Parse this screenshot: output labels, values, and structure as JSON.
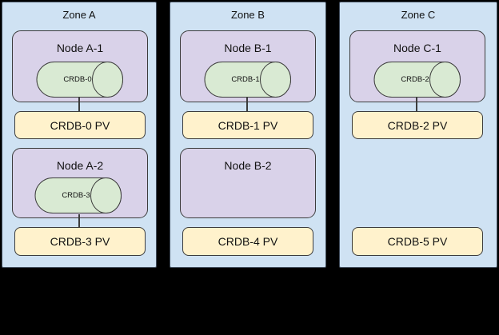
{
  "colors": {
    "background": "#000000",
    "zone_fill": "#cfe2f3",
    "zone_border": "#414d5c",
    "node_fill": "#d9d2e9",
    "cylinder_fill": "#d9ead3",
    "pv_fill": "#fff2cc",
    "shape_border": "#3c3c3c",
    "text": "#111111"
  },
  "zones": [
    {
      "title": "Zone A",
      "slots": [
        {
          "node_title": "Node A-1",
          "cylinder_label": "CRDB-0",
          "pv_label": "CRDB-0 PV",
          "connected": true
        },
        {
          "node_title": "Node A-2",
          "cylinder_label": "CRDB-3",
          "pv_label": "CRDB-3 PV",
          "connected": true
        }
      ]
    },
    {
      "title": "Zone B",
      "slots": [
        {
          "node_title": "Node B-1",
          "cylinder_label": "CRDB-1",
          "pv_label": "CRDB-1 PV",
          "connected": true
        },
        {
          "node_title": "Node B-2",
          "cylinder_label": null,
          "pv_label": "CRDB-4 PV",
          "connected": false
        }
      ]
    },
    {
      "title": "Zone C",
      "slots": [
        {
          "node_title": "Node C-1",
          "cylinder_label": "CRDB-2",
          "pv_label": "CRDB-2 PV",
          "connected": true
        },
        {
          "node_title": null,
          "cylinder_label": null,
          "pv_label": "CRDB-5 PV",
          "connected": false
        }
      ]
    }
  ]
}
